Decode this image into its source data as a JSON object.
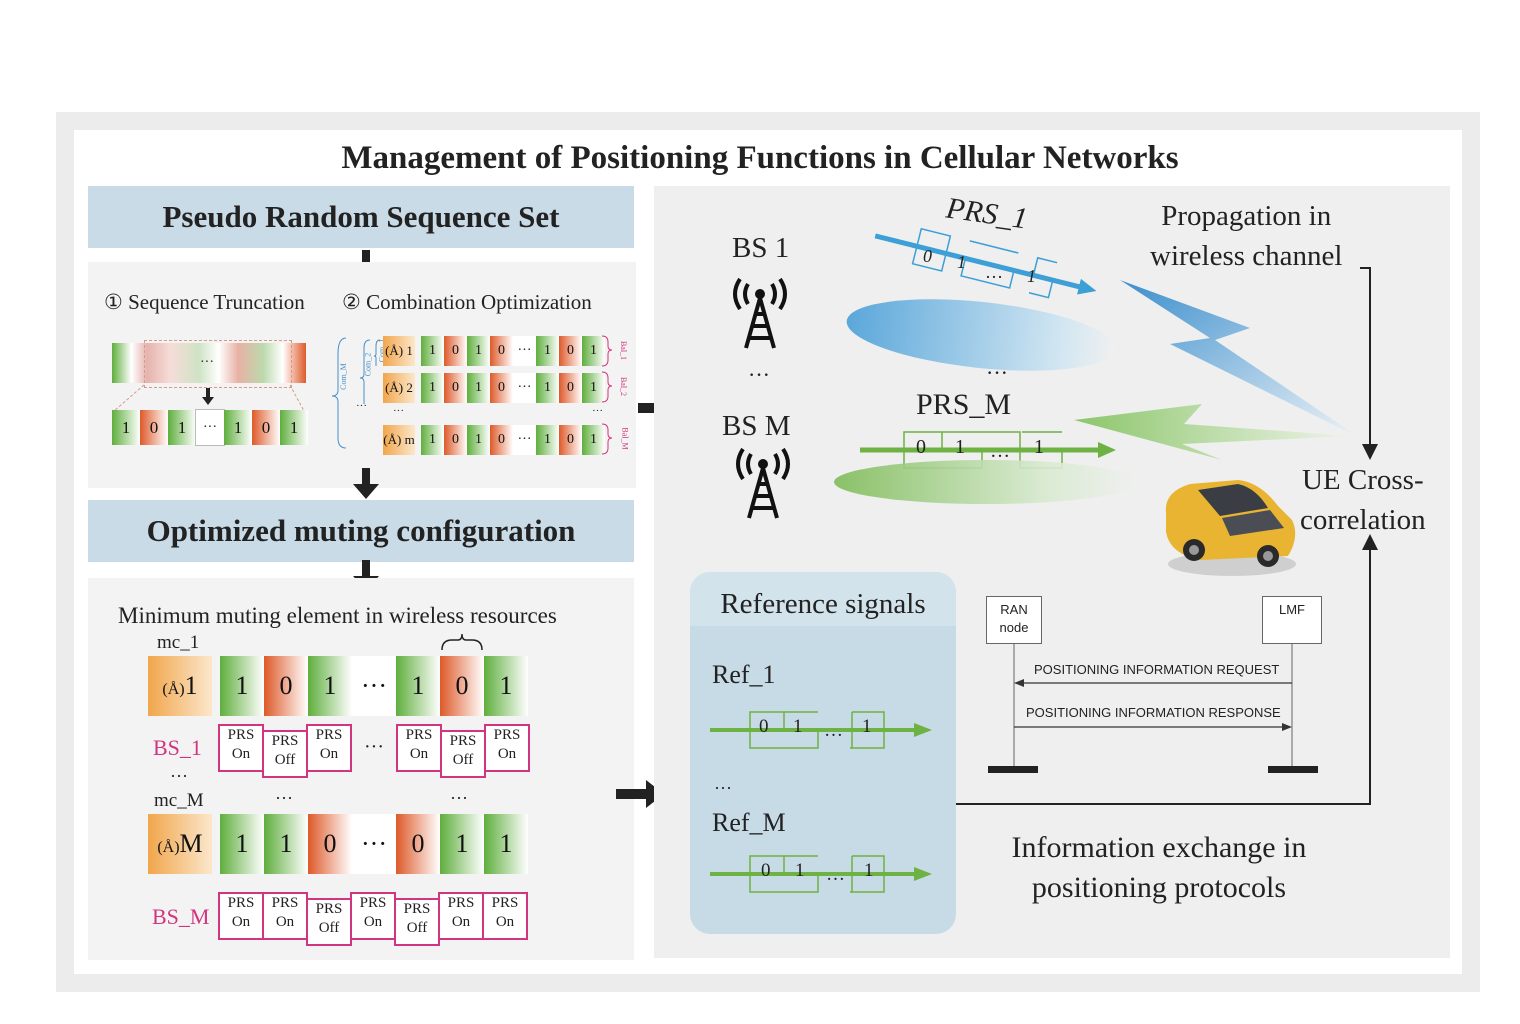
{
  "title": "Management of Positioning Functions in Cellular Networks",
  "left": {
    "prs_header": "Pseudo Random Sequence Set",
    "steps": {
      "trunc": "① Sequence Truncation",
      "combo": "② Combination Optimization"
    },
    "trunc_seq": [
      "1",
      "0",
      "1",
      "···",
      "1",
      "0",
      "1"
    ],
    "ellipsis": "···",
    "combo_rows": [
      {
        "id": "1",
        "bits": [
          "1",
          "0",
          "1",
          "0",
          "···",
          "1",
          "0",
          "1"
        ],
        "side": "Bal_1"
      },
      {
        "id": "2",
        "bits": [
          "1",
          "0",
          "1",
          "0",
          "···",
          "1",
          "0",
          "1"
        ],
        "side": "Bal_2"
      },
      {
        "id": "m",
        "bits": [
          "1",
          "0",
          "1",
          "0",
          "···",
          "1",
          "0",
          "1"
        ],
        "side": "Bal_M"
      }
    ],
    "brace_labels": {
      "com1": "Com_1",
      "com2": "Com_2",
      "comM": "Com_M"
    },
    "muting_header": "Optimized muting configuration",
    "muting_caption": "Minimum muting element in wireless resources",
    "mc1": {
      "label": "mc_1",
      "id": "1",
      "bits": [
        "1",
        "0",
        "1",
        "···",
        "1",
        "0",
        "1"
      ]
    },
    "bs1": {
      "label": "BS_1",
      "prs": [
        [
          "PRS",
          "On"
        ],
        [
          "PRS",
          "Off"
        ],
        [
          "PRS",
          "On"
        ],
        [
          "···",
          ""
        ],
        [
          "PRS",
          "On"
        ],
        [
          "PRS",
          "Off"
        ],
        [
          "PRS",
          "On"
        ]
      ]
    },
    "mid_dots": "···",
    "mcM": {
      "label": "mc_M",
      "id": "M",
      "bits": [
        "1",
        "1",
        "0",
        "···",
        "0",
        "1",
        "1"
      ]
    },
    "bsM": {
      "label": "BS_M",
      "prs": [
        [
          "PRS",
          "On"
        ],
        [
          "PRS",
          "On"
        ],
        [
          "PRS",
          "Off"
        ],
        [
          "PRS",
          "On"
        ],
        [
          "PRS",
          "Off"
        ],
        [
          "PRS",
          "On"
        ],
        [
          "PRS",
          "On"
        ]
      ]
    }
  },
  "right": {
    "bs1": "BS  1",
    "bsM": "BS  M",
    "dots": "···",
    "prs1": "PRS_1",
    "prsM": "PRS_M",
    "prs1_bits": [
      "0",
      "1",
      "…",
      "1"
    ],
    "prsM_bits": [
      "0",
      "1",
      "…",
      "1"
    ],
    "propagation": [
      "Propagation in",
      "wireless channel"
    ],
    "ue": [
      "UE Cross-",
      "correlation"
    ],
    "ref_header": "Reference signals",
    "ref1": "Ref_1",
    "refM": "Ref_M",
    "ref_bits": [
      "0",
      "1",
      "…",
      "1"
    ],
    "ran": [
      "RAN",
      "node"
    ],
    "lmf": "LMF",
    "request": "POSITIONING INFORMATION REQUEST",
    "response": "POSITIONING INFORMATION RESPONSE",
    "info": [
      "Information exchange in",
      "positioning protocols"
    ]
  },
  "colors": {
    "header_bg": "#c9dbe6",
    "green": "#5fae3d",
    "red": "#de5a2a",
    "orange": "#f1a64c",
    "blue": "#3c9fd6",
    "pink": "#d2357f",
    "panel": "#f3f3f3"
  }
}
